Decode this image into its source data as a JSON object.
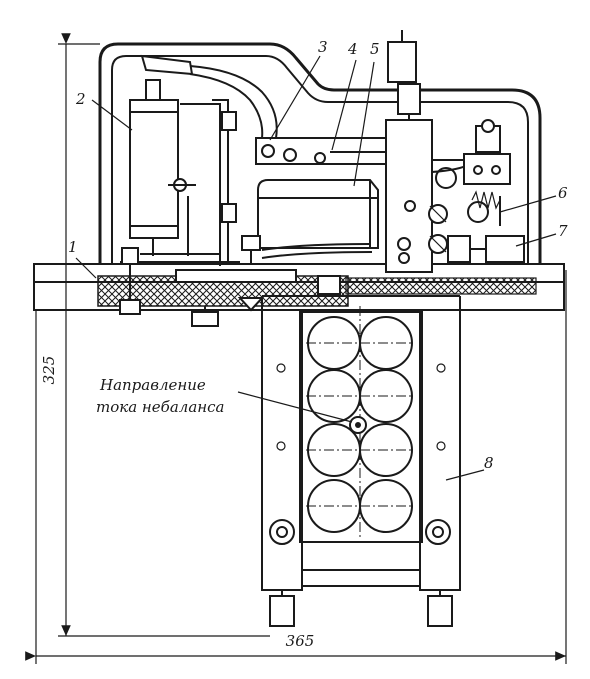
{
  "labels": {
    "l1": "1",
    "l2": "2",
    "l3": "3",
    "l4": "4",
    "l5": "5",
    "l6": "6",
    "l7": "7",
    "l8": "8"
  },
  "annotation": {
    "line1": "Направление",
    "line2": "тока небаланса"
  },
  "dimensions": {
    "height": "325",
    "width": "365"
  }
}
